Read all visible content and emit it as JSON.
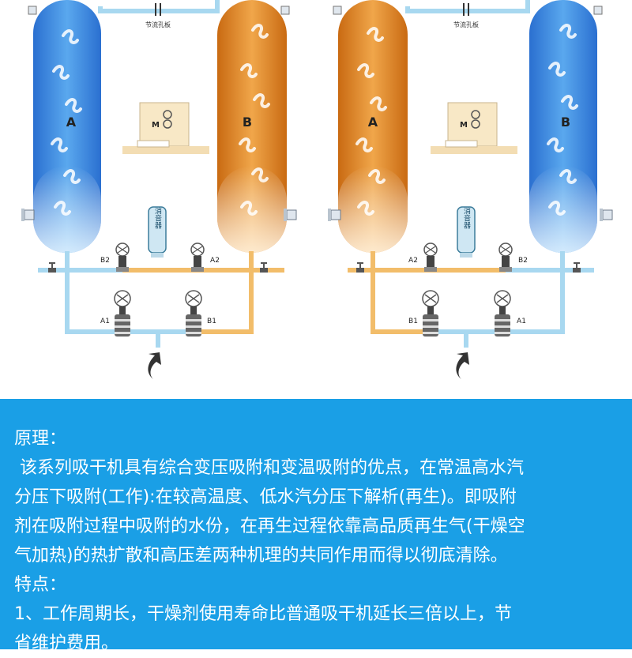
{
  "diagram": {
    "left": {
      "orifice_label": "节流孔板",
      "tower_a_label": "A",
      "tower_b_label": "B",
      "motor_label": "M",
      "muffler_label": "消音器",
      "valve_b2": "B2",
      "valve_a2": "A2",
      "valve_a1": "A1",
      "valve_b1": "B1"
    },
    "right": {
      "orifice_label": "节流孔板",
      "tower_a_label": "A",
      "tower_b_label": "B",
      "motor_label": "M",
      "muffler_label": "消音器",
      "valve_a2": "A2",
      "valve_b2": "B2",
      "valve_b1": "B1",
      "valve_a1": "A1"
    },
    "colors": {
      "blue_tower": "#3f8fe0",
      "orange_tower": "#e08a2a",
      "blue_pipe": "#a8d8f0",
      "orange_pipe": "#f2bd6a",
      "panel_background": "#1a9fe6"
    }
  },
  "text": {
    "principle_heading": "原理：",
    "principle_line1": " 该系列吸干机具有综合变压吸附和变温吸附的优点，在常温高水汽",
    "principle_line2": "分压下吸附(工作):在较高温度、低水汽分压下解析(再生)。即吸附",
    "principle_line3": "剂在吸附过程中吸附的水份，在再生过程依靠高品质再生气(干燥空",
    "principle_line4": "气加热)的热扩散和高压差两种机理的共同作用而得以彻底清除。",
    "features_heading": "特点：",
    "feature1_line1": "1、工作周期长，干燥剂使用寿命比普通吸干机延长三倍以上，节",
    "feature1_line2": "省维护费用。"
  }
}
